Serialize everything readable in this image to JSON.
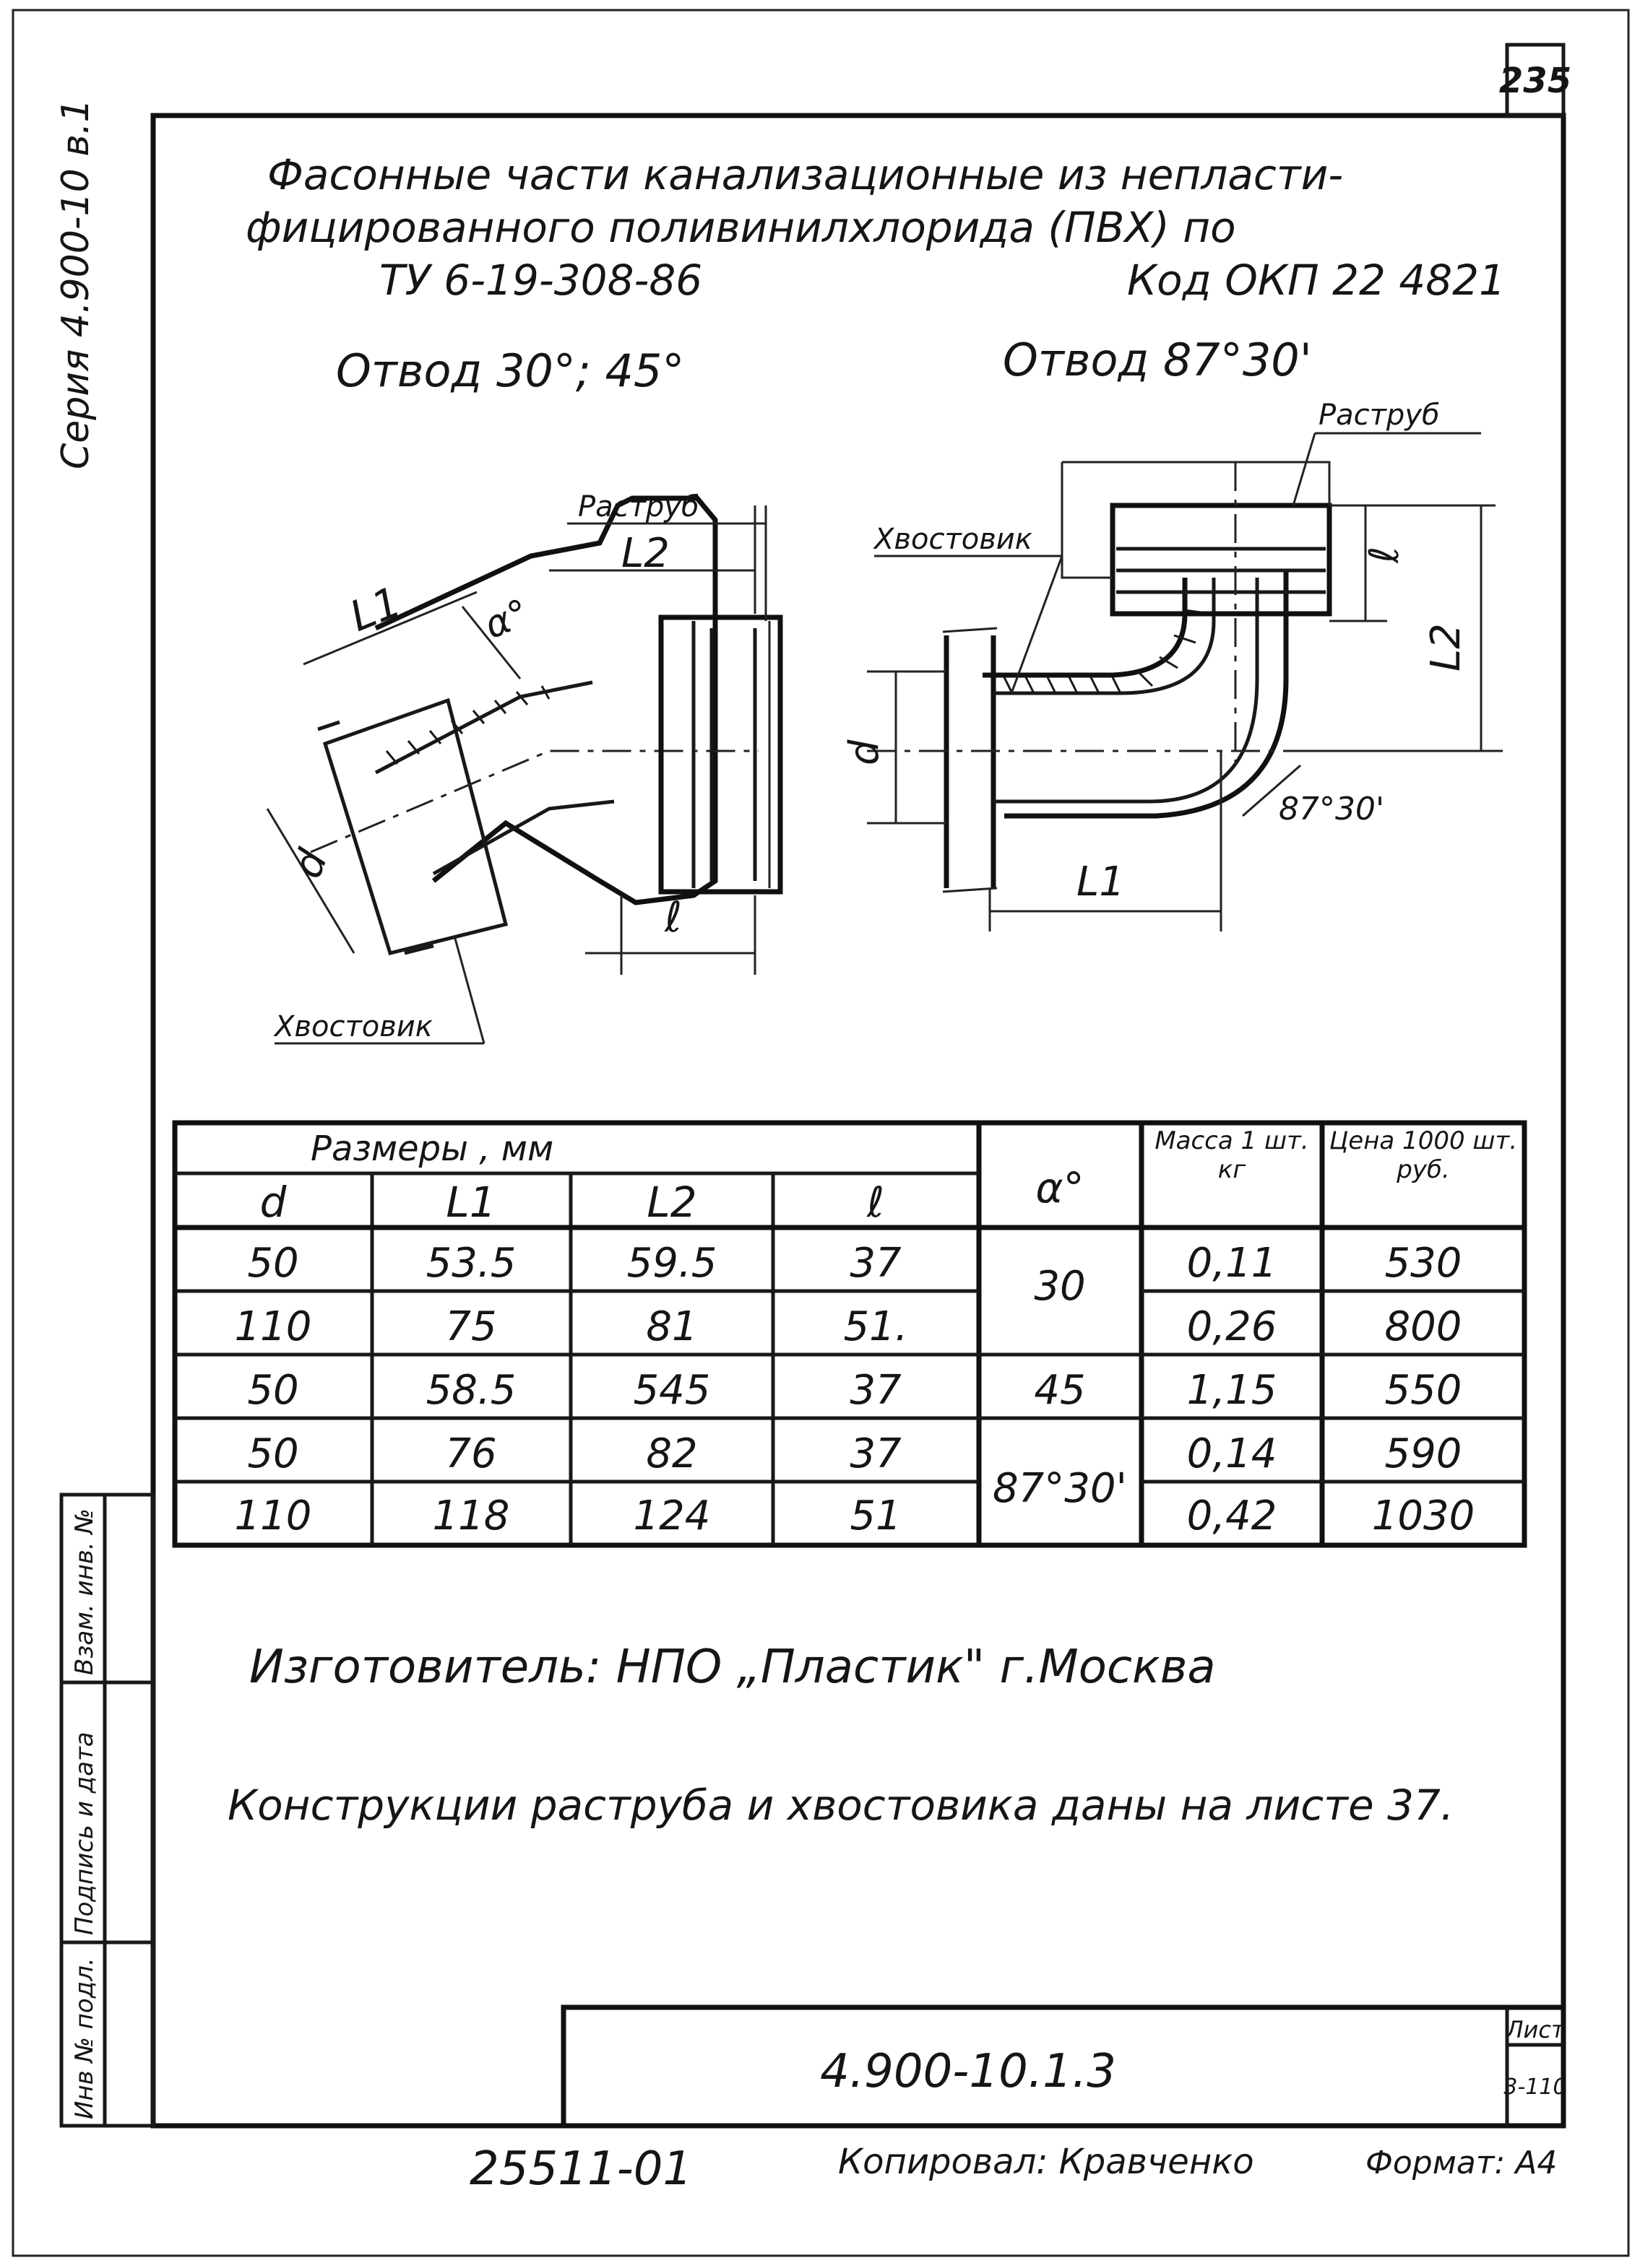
{
  "sheet_number": "235",
  "side_series": "Серия 4.900-10 в.1",
  "title": {
    "line1": "Фасонные части канализационные из непласти-",
    "line2": "фицированного поливинилхлорида (ПВХ) по",
    "tu": "ТУ 6-19-308-86",
    "okp": "Код ОКП 22 4821"
  },
  "captions": {
    "left": "Отвод 30°; 45°",
    "right": "Отвод 87°30'"
  },
  "left_drawing": {
    "socket_label": "Раструб",
    "spigot_label": "Хвостовик",
    "dims": [
      "L1",
      "α°",
      "L2",
      "d",
      "ℓ"
    ]
  },
  "right_drawing": {
    "socket_label": "Раструб",
    "spigot_label": "Хвостовик",
    "dims": [
      "ℓ",
      "L2",
      "d",
      "L1",
      "87°30'"
    ]
  },
  "table": {
    "group_header": "Размеры , мм",
    "columns": [
      "d",
      "L1",
      "L2",
      "ℓ",
      "α°",
      "Масса 1 шт. кг",
      "Цена 1000 шт. руб."
    ],
    "rows": [
      [
        "50",
        "53.5",
        "59.5",
        "37",
        "0,11",
        "530"
      ],
      [
        "110",
        "75",
        "81",
        "51.",
        "0,26",
        "800"
      ],
      [
        "50",
        "58.5",
        "545",
        "37",
        "1,15",
        "550"
      ],
      [
        "50",
        "76",
        "82",
        "37",
        "0,14",
        "590"
      ],
      [
        "110",
        "118",
        "124",
        "51",
        "0,42",
        "1030"
      ]
    ],
    "angles": [
      {
        "value": "30",
        "rows": "1-2"
      },
      {
        "value": "45",
        "rows": "3"
      },
      {
        "value": "87°30'",
        "rows": "4-5"
      }
    ]
  },
  "manufacturer": "Изготовитель: НПО „Пластик\" г.Москва",
  "note": "Конструкции раструба и хвостовика даны на листе 37.",
  "stamp_side": [
    "Инв № подл.",
    "Подпись и дата",
    "Взам. инв. №"
  ],
  "title_block": {
    "code": "4.900-10.1.3",
    "sheet_label": "Лист",
    "sheet_value": "3-110"
  },
  "footer": {
    "number": "25511-01",
    "copied": "Копировал: Кравченко",
    "format": "Формат: А4"
  }
}
